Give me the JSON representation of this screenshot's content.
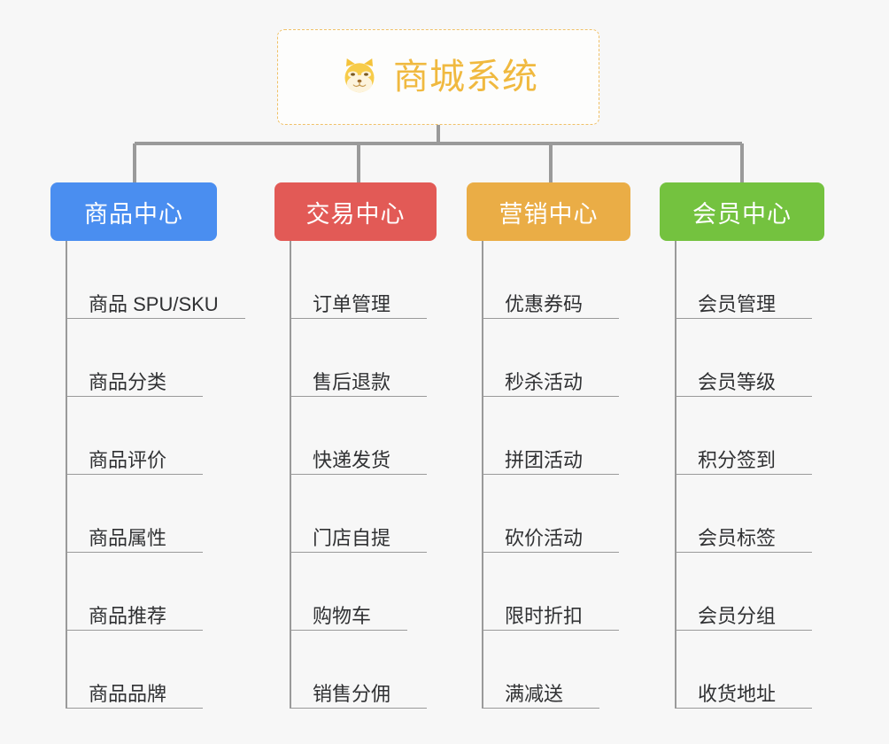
{
  "page": {
    "background_color": "#f7f7f7",
    "line_color": "#9a9a9a"
  },
  "root": {
    "title": "商城系统",
    "icon": "shiba-dog-face-icon",
    "border_color": "#f0c168",
    "text_color": "#f0b93f",
    "background_color": "#fdfdfc"
  },
  "columns": [
    {
      "id": "product-center",
      "title": "商品中心",
      "color": "#4a8ef0",
      "items": [
        "商品 SPU/SKU",
        "商品分类",
        "商品评价",
        "商品属性",
        "商品推荐",
        "商品品牌"
      ]
    },
    {
      "id": "trade-center",
      "title": "交易中心",
      "color": "#e25a56",
      "items": [
        "订单管理",
        "售后退款",
        "快递发货",
        "门店自提",
        "购物车",
        "销售分佣"
      ]
    },
    {
      "id": "marketing-center",
      "title": "营销中心",
      "color": "#eaad46",
      "items": [
        "优惠券码",
        "秒杀活动",
        "拼团活动",
        "砍价活动",
        "限时折扣",
        "满减送"
      ]
    },
    {
      "id": "member-center",
      "title": "会员中心",
      "color": "#74c23f",
      "items": [
        "会员管理",
        "会员等级",
        "积分签到",
        "会员标签",
        "会员分组",
        "收货地址"
      ]
    }
  ]
}
